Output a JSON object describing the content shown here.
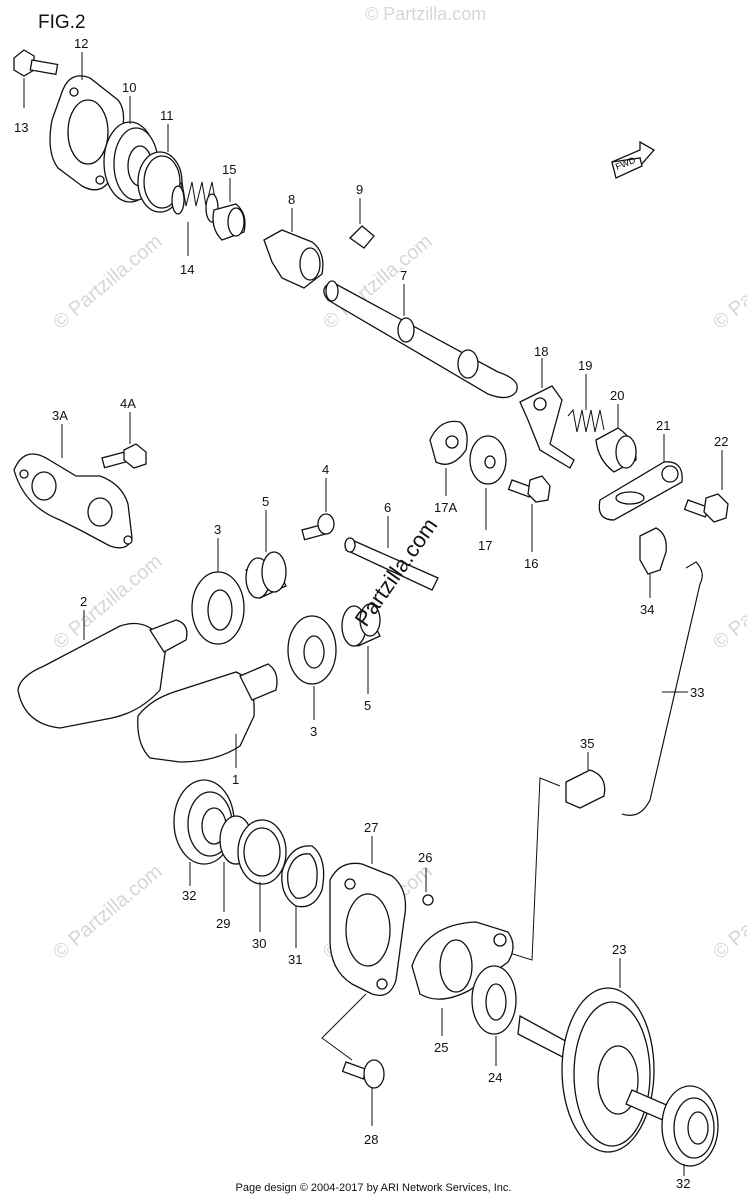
{
  "title": "FIG.2",
  "fwd_label": "FWD",
  "watermark_text": "© Partzilla.com",
  "watermark_center": "Partzilla.com",
  "footer": "Page design © 2004-2017 by ARI Network Services, Inc.",
  "labels": {
    "p13": "13",
    "p12": "12",
    "p10": "10",
    "p11": "11",
    "p15": "15",
    "p14": "14",
    "p8": "8",
    "p9": "9",
    "p7": "7",
    "p18": "18",
    "p19": "19",
    "p20": "20",
    "p21": "21",
    "p22": "22",
    "p3A": "3A",
    "p4A": "4A",
    "p4": "4",
    "p5a": "5",
    "p3a": "3",
    "p6": "6",
    "p17A": "17A",
    "p17": "17",
    "p16": "16",
    "p34": "34",
    "p2": "2",
    "p3b": "3",
    "p5b": "5",
    "p33": "33",
    "p1": "1",
    "p35": "35",
    "p27": "27",
    "p26": "26",
    "p32a": "32",
    "p29": "29",
    "p30": "30",
    "p31": "31",
    "p23": "23",
    "p25": "25",
    "p24": "24",
    "p28": "28",
    "p32b": "32"
  },
  "colors": {
    "ink": "#111111",
    "watermark": "#d6d6d6",
    "paper": "#ffffff"
  }
}
